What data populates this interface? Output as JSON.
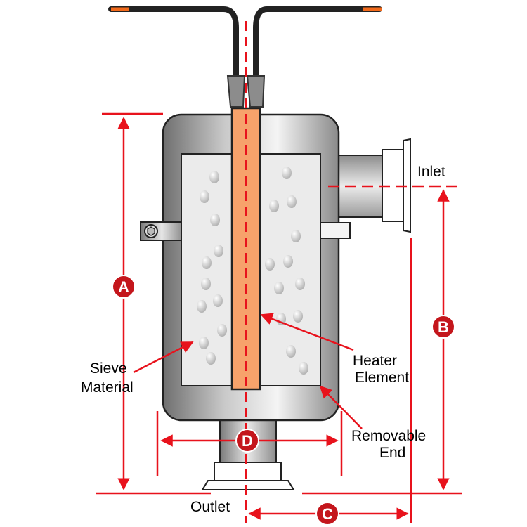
{
  "labels": {
    "inlet": "Inlet",
    "outlet": "Outlet",
    "heater_line1": "Heater",
    "heater_line2": "Element",
    "sieve_line1": "Sieve",
    "sieve_line2": "Material",
    "removable_line1": "Removable",
    "removable_line2": "End"
  },
  "dimensions": {
    "a": "A",
    "b": "B",
    "c": "C",
    "d": "D"
  },
  "colors": {
    "dimension_red": "#e8121c",
    "badge_fill": "#c4161c",
    "heater": "#f7a26b",
    "sieve": "#ebebeb",
    "wire": "#222222",
    "wire_tip": "#f26a1b"
  }
}
